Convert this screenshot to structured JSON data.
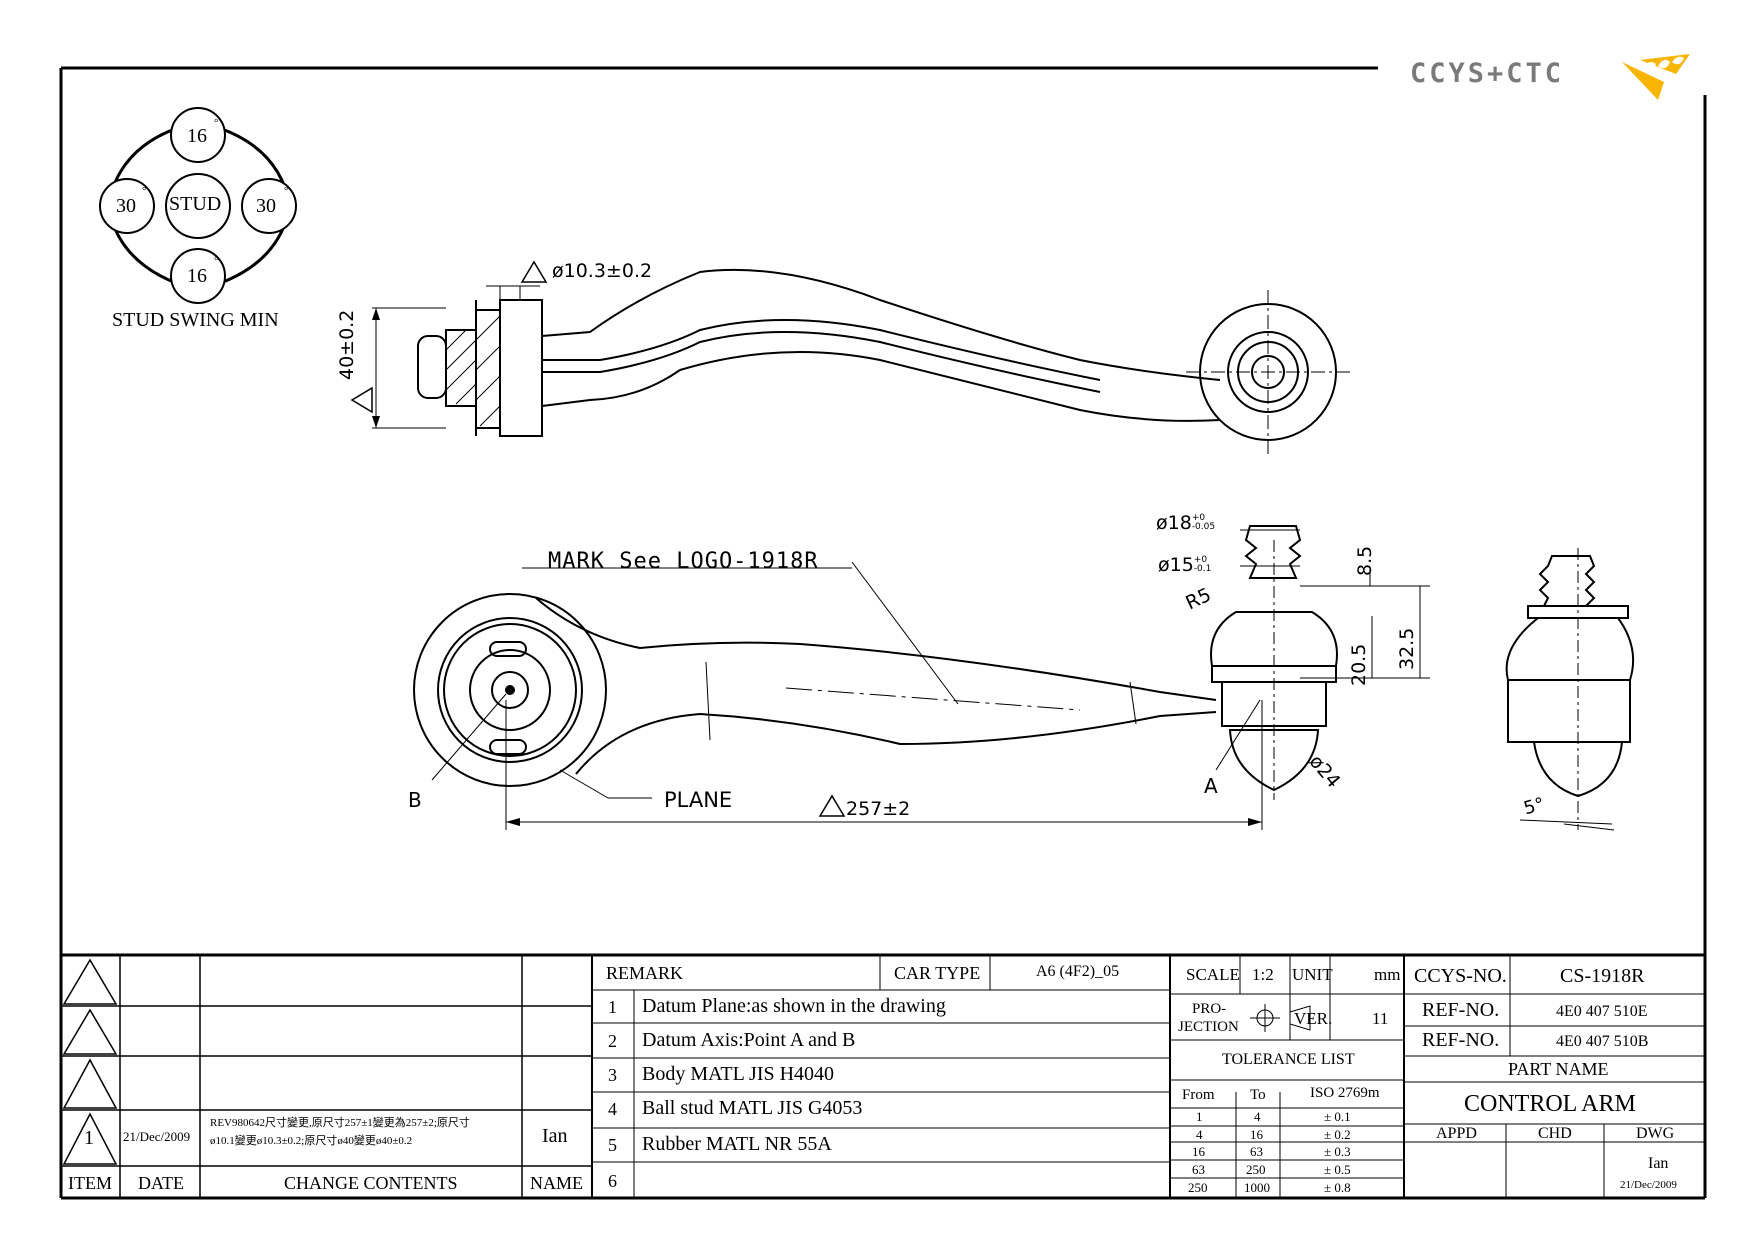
{
  "logo": {
    "text": "CCYS+CTC"
  },
  "stud_swing": {
    "title": "STUD SWING MIN",
    "center": "STUD",
    "top": "16",
    "bottom": "16",
    "left": "30",
    "right": "30",
    "degree": "°"
  },
  "dimensions": {
    "dia_top": "ø10.3±0.2",
    "height": "40±0.2",
    "mark": "MARK See LOGO-1918R",
    "dia18": "ø18",
    "dia18_tol_upper": "+0",
    "dia18_tol_lower": "-0.05",
    "dia15": "ø15",
    "dia15_tol_upper": "+0",
    "dia15_tol_lower": "-0.1",
    "r5": "R5",
    "d8_5": "8.5",
    "d32_5": "32.5",
    "d20_5": "20.5",
    "dia24": "ø24",
    "point_a": "A",
    "point_b": "B",
    "plane": "PLANE",
    "length": "257±2",
    "angle": "5°"
  },
  "revision": {
    "rows": [
      {
        "item": "",
        "date": "",
        "contents_line1": "",
        "contents_line2": "",
        "name": ""
      },
      {
        "item": "",
        "date": "",
        "contents_line1": "",
        "contents_line2": "",
        "name": ""
      },
      {
        "item": "",
        "date": "",
        "contents_line1": "",
        "contents_line2": "",
        "name": ""
      },
      {
        "item": "1",
        "date": "21/Dec/2009",
        "contents_line1": "REV980642尺寸變更,原尺寸257±1變更為257±2;原尺寸",
        "contents_line2": "ø10.1變更ø10.3±0.2;原尺寸ø40變更ø40±0.2",
        "name": "Ian"
      }
    ],
    "headers": {
      "item": "ITEM",
      "date": "DATE",
      "contents": "CHANGE CONTENTS",
      "name": "NAME"
    }
  },
  "remarks": {
    "header": "REMARK",
    "car_type_label": "CAR TYPE",
    "car_type_value": "A6 (4F2)_05",
    "items": [
      {
        "no": "1",
        "text": "Datum Plane:as shown in the drawing"
      },
      {
        "no": "2",
        "text": "Datum Axis:Point A and B"
      },
      {
        "no": "3",
        "text": "Body MATL JIS H4040"
      },
      {
        "no": "4",
        "text": "Ball stud MATL JIS G4053"
      },
      {
        "no": "5",
        "text": "Rubber MATL NR 55A"
      },
      {
        "no": "6",
        "text": ""
      }
    ]
  },
  "spec": {
    "scale_label": "SCALE",
    "scale_value": "1:2",
    "unit_label": "UNIT",
    "unit_value": "mm",
    "projection_label_1": "PRO-",
    "projection_label_2": "JECTION",
    "ver_label": "VER.",
    "ver_value": "11",
    "tolerance_title": "TOLERANCE LIST",
    "tolerance_headers": {
      "from": "From",
      "to": "To",
      "iso": "ISO 2769m"
    },
    "tolerances": [
      {
        "from": "1",
        "to": "4",
        "tol": "± 0.1"
      },
      {
        "from": "4",
        "to": "16",
        "tol": "± 0.2"
      },
      {
        "from": "16",
        "to": "63",
        "tol": "± 0.3"
      },
      {
        "from": "63",
        "to": "250",
        "tol": "± 0.5"
      },
      {
        "from": "250",
        "to": "1000",
        "tol": "± 0.8"
      }
    ]
  },
  "title_block": {
    "ccys_label": "CCYS-NO.",
    "ccys_value": "CS-1918R",
    "ref_label": "REF-NO.",
    "ref_1": "4E0 407 510E",
    "ref_2": "4E0 407 510B",
    "part_name_label": "PART NAME",
    "part_name": "CONTROL ARM",
    "appd": "APPD",
    "chd": "CHD",
    "dwg": "DWG",
    "dwg_name": "Ian",
    "dwg_date": "21/Dec/2009"
  }
}
